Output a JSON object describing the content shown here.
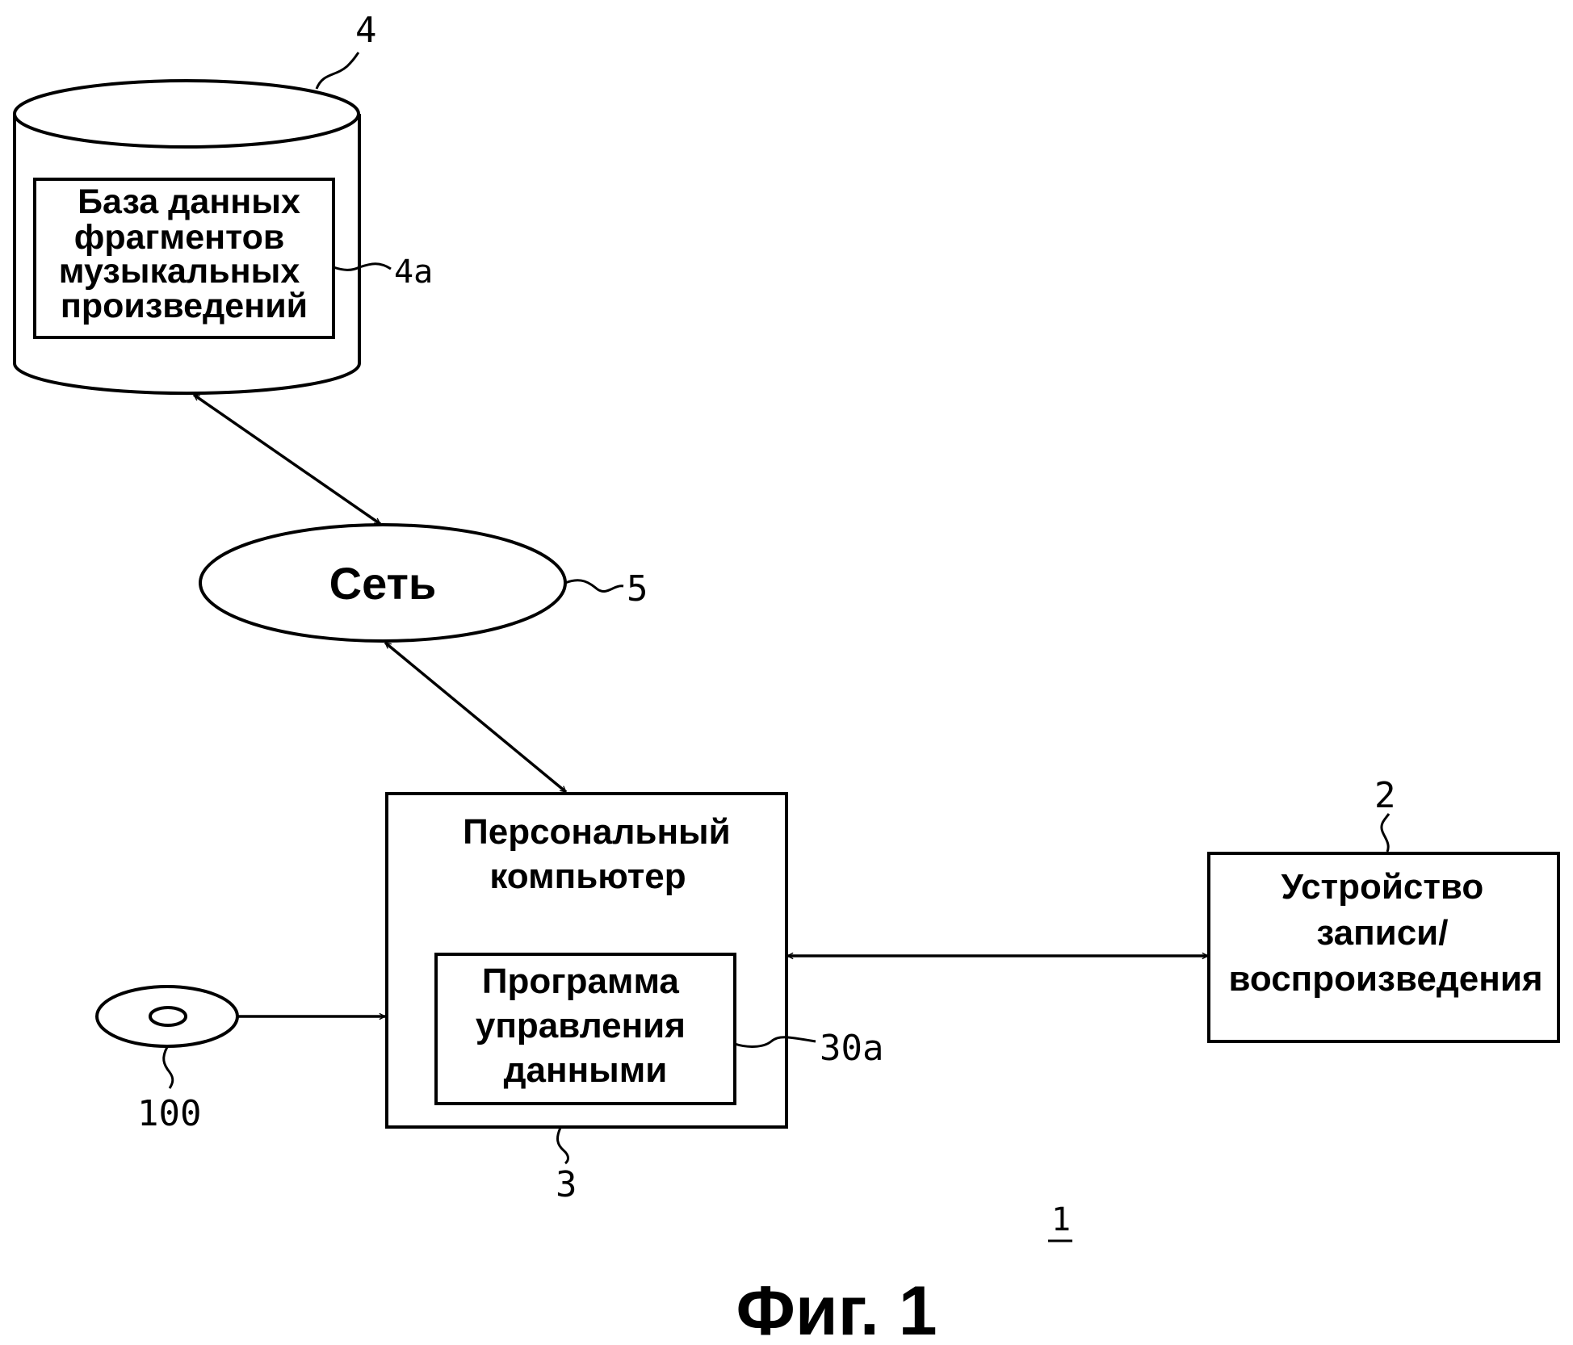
{
  "figure": {
    "caption": "Фиг. 1",
    "system_ref": "1"
  },
  "database": {
    "ref": "4",
    "inner_ref": "4a",
    "lines": [
      "База данных",
      "фрагментов",
      "музыкальных",
      "произведений"
    ]
  },
  "network": {
    "ref": "5",
    "label": "Сеть"
  },
  "computer": {
    "ref": "3",
    "lines": [
      "Персональный",
      "компьютер"
    ],
    "program": {
      "ref": "30a",
      "lines": [
        "Программа",
        "управления",
        "данными"
      ]
    }
  },
  "device": {
    "ref": "2",
    "lines": [
      "Устройство",
      "записи/",
      "воспроизведения"
    ]
  },
  "disc": {
    "ref": "100"
  },
  "connections": [
    {
      "from": "database",
      "to": "network",
      "type": "bidirectional"
    },
    {
      "from": "network",
      "to": "computer",
      "type": "bidirectional"
    },
    {
      "from": "computer",
      "to": "device",
      "type": "bidirectional"
    },
    {
      "from": "disc",
      "to": "computer",
      "type": "unidirectional"
    }
  ]
}
